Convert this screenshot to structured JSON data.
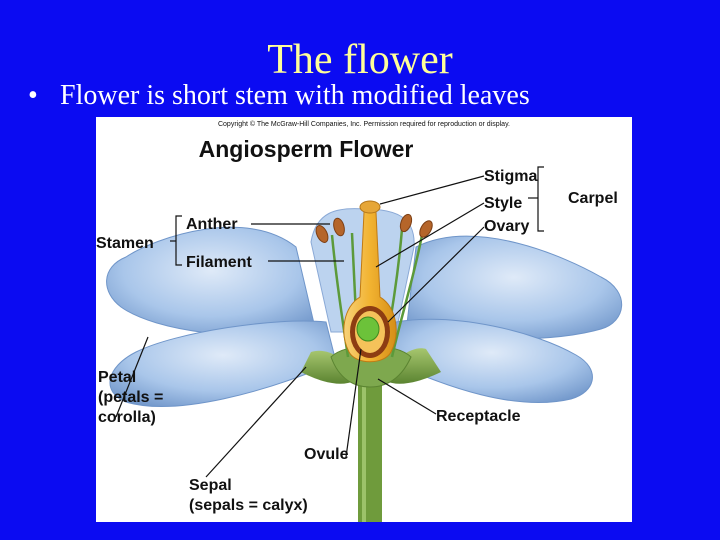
{
  "slide": {
    "title": "The flower",
    "bullet": "Flower is short stem with modified leaves"
  },
  "figure": {
    "copyright": "Copyright © The McGraw-Hill Companies, Inc. Permission required for reproduction or display.",
    "heading": "Angiosperm Flower",
    "labels": {
      "stigma": "Stigma",
      "style": "Style",
      "ovary": "Ovary",
      "carpel": "Carpel",
      "anther": "Anther",
      "stamen": "Stamen",
      "filament": "Filament",
      "petal_1": "Petal",
      "petal_2": "(petals =",
      "petal_3": "corolla)",
      "receptacle": "Receptacle",
      "ovule": "Ovule",
      "sepal_1": "Sepal",
      "sepal_2": "(sepals = calyx)"
    }
  },
  "colors": {
    "background": "#0b0bf2",
    "title": "#ffff99",
    "bullet_text": "#ffffff",
    "petal": "#a9c6ea",
    "sepal": "#7ea84e",
    "stem": "#6f9b3c",
    "pistil": "#f2b331",
    "ovule": "#6cc23a",
    "anther": "#b5652a"
  }
}
